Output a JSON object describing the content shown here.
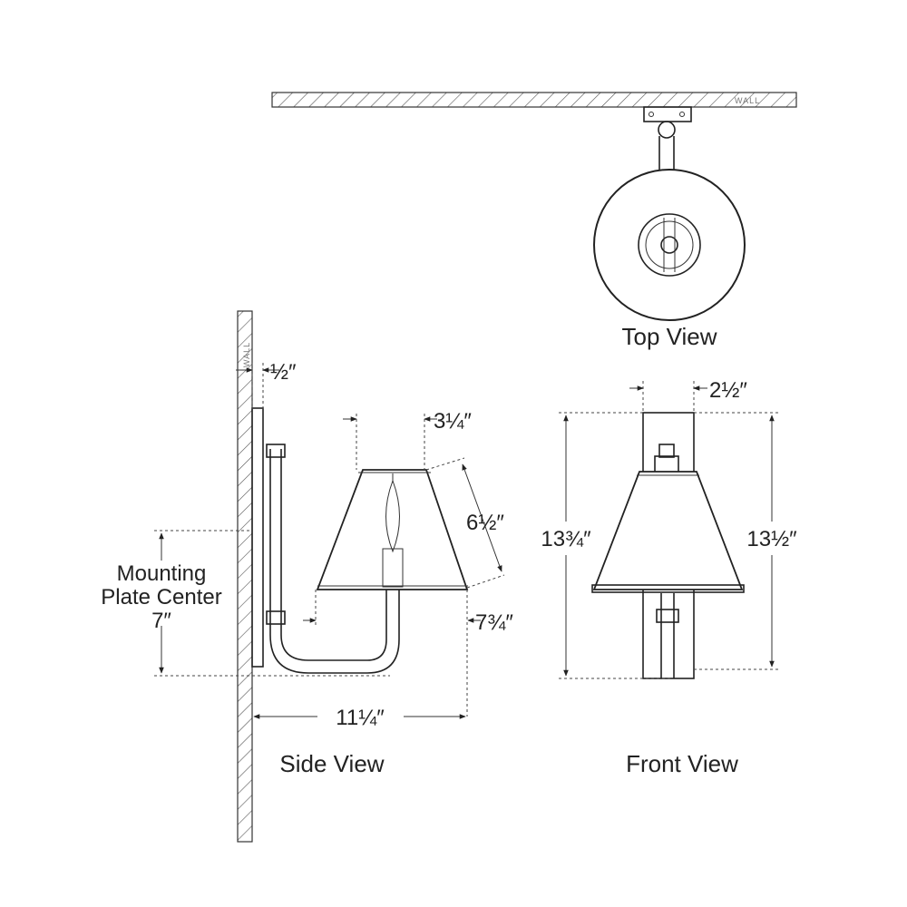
{
  "views": {
    "top": "Top View",
    "side": "Side View",
    "front": "Front View"
  },
  "wall_label": "WALL",
  "side_dimensions": {
    "plate_depth": "½″",
    "shade_top": "3¼″",
    "shade_slant": "6½″",
    "shade_bottom": "7¾″",
    "extension": "11¼″",
    "mounting_line1": "Mounting",
    "mounting_line2": "Plate Center",
    "mounting_value": "7″"
  },
  "front_dimensions": {
    "plate_width": "2½″",
    "overall_height": "13¾″",
    "body_height": "13½″"
  }
}
